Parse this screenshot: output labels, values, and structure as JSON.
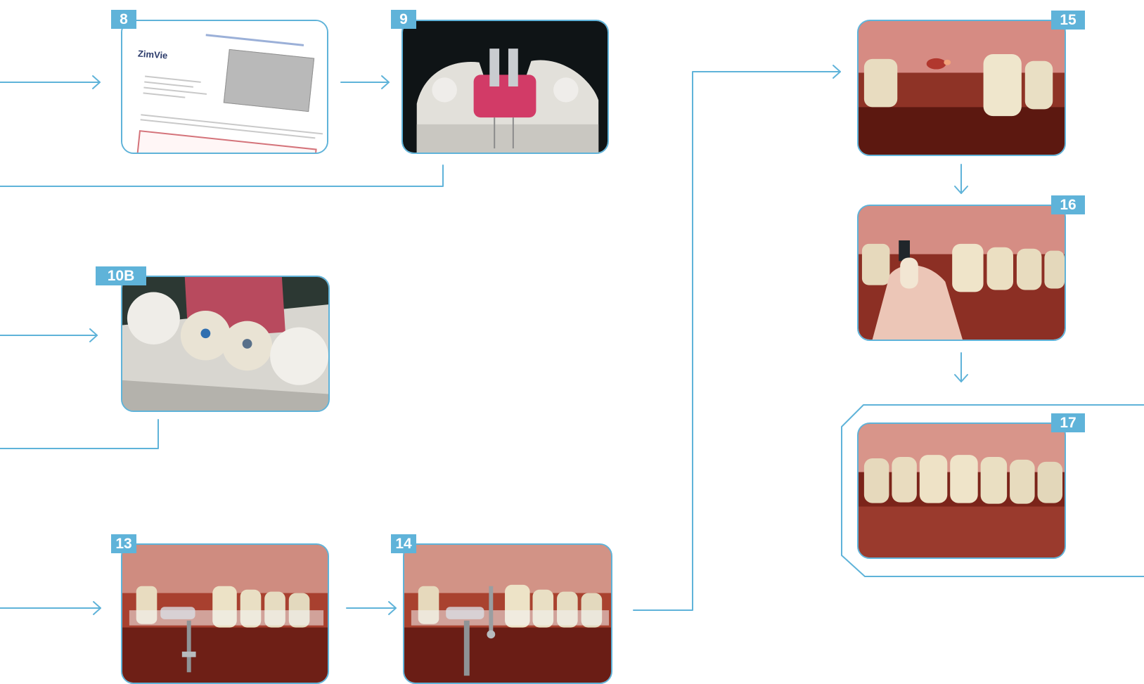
{
  "steps": {
    "s8": {
      "label": "8",
      "image": "implant-workflow-document-zimvie"
    },
    "s9": {
      "label": "9",
      "image": "stone-model-with-implant-analogs"
    },
    "s10b": {
      "label": "10B",
      "image": "abutments-on-model"
    },
    "s13": {
      "label": "13",
      "image": "intraoral-surgical-guide"
    },
    "s14": {
      "label": "14",
      "image": "intraoral-guide-with-pin"
    },
    "s15": {
      "label": "15",
      "image": "healed-implant-site"
    },
    "s16": {
      "label": "16",
      "image": "abutment-placement"
    },
    "s17": {
      "label": "17",
      "image": "final-restoration"
    }
  },
  "document": {
    "logo_text": "ZimVie"
  },
  "colors": {
    "accent": "#5fb3d9",
    "badge": "#5fb3d9",
    "connector": "#5fb3d9",
    "background": "#ffffff"
  }
}
